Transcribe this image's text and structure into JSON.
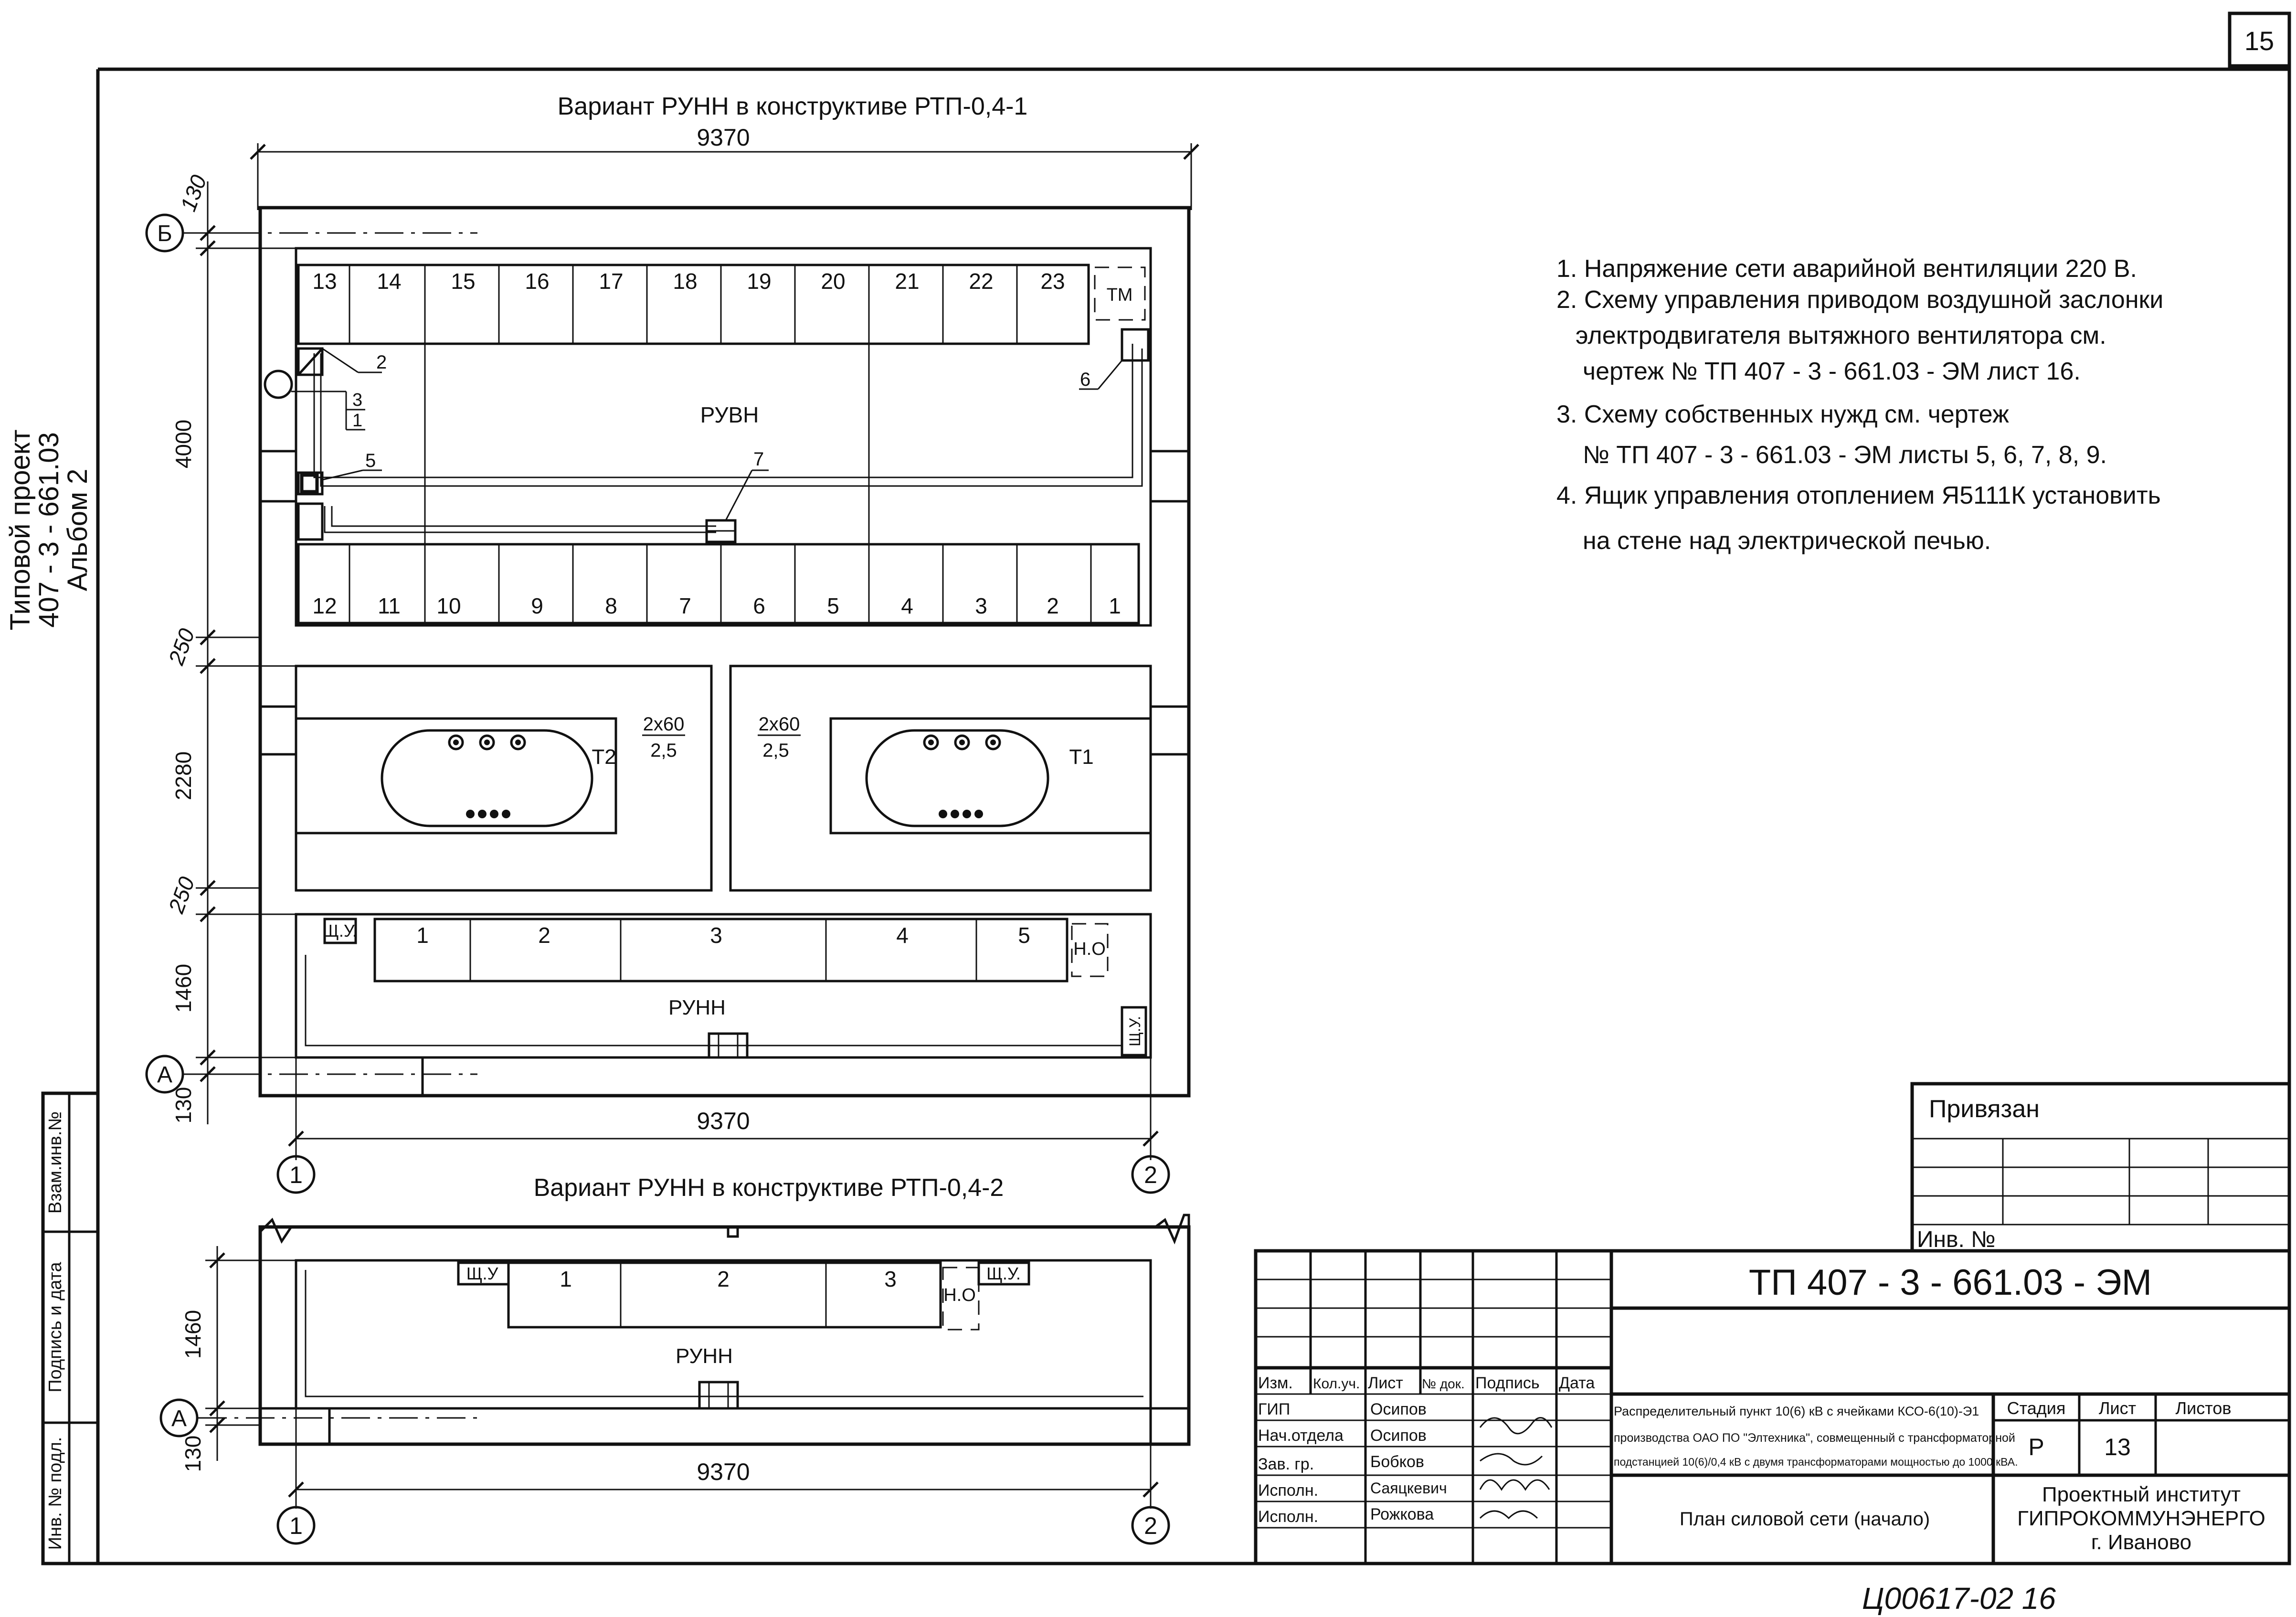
{
  "sheet_number": "15",
  "bottom_handwriting": "Ц00617-02   16",
  "left_side": {
    "project_line1": "Типовой проект",
    "project_line2": "407 - 3 - 661.03",
    "project_line3": "Альбом   2",
    "stamp_cells": [
      "Взам.инв.№",
      "Подпись и дата",
      "Инв. № подл."
    ]
  },
  "plan1": {
    "title": "Вариант РУНН в конструктиве РТП-0,4-1",
    "dim_top": "9370",
    "dim_bottom": "9370",
    "dim_130_top": "130",
    "dim_4000": "4000",
    "dim_250_a": "250",
    "dim_2280": "2280",
    "dim_250_b": "250",
    "dim_1460": "1460",
    "dim_130_bottom": "130",
    "axis_B": "Б",
    "axis_A": "А",
    "axis_1": "1",
    "axis_2": "2",
    "ruvn_label": "РУВН",
    "top_cells": [
      "13",
      "14",
      "15",
      "16",
      "17",
      "18",
      "19",
      "20",
      "21",
      "22",
      "23"
    ],
    "bottom_cells": [
      "12",
      "11",
      "10",
      "9",
      "8",
      "7",
      "6",
      "5",
      "4",
      "3",
      "2",
      "1"
    ],
    "tm_label": "ТМ",
    "callouts": {
      "c2": "2",
      "c3": "3",
      "c1": "1",
      "c5": "5",
      "c6": "6",
      "c7": "7"
    },
    "t2_label": "Т2",
    "t1_label": "Т1",
    "cable_left_top": "2х60",
    "cable_left_bottom": "2,5",
    "cable_right_top": "2х60",
    "cable_right_bottom": "2,5",
    "runn_label": "РУНН",
    "shu_label": "Щ.У.",
    "no_label": "Н.О",
    "runn_cells": [
      "1",
      "2",
      "3",
      "4",
      "5"
    ],
    "shu_right": "Щ.У."
  },
  "plan2": {
    "title": "Вариант РУНН в конструктиве РТП-0,4-2",
    "dim_1460": "1460",
    "dim_130": "130",
    "dim_bottom": "9370",
    "axis_A": "А",
    "axis_1": "1",
    "axis_2": "2",
    "shu_left": "Щ.У",
    "shu_right": "Щ.У.",
    "no_label": "Н.О",
    "runn_cells": [
      "1",
      "2",
      "3"
    ],
    "runn_label": "РУНН"
  },
  "notes": [
    "1.  Напряжение сети аварийной вентиляции 220 В.",
    "2.  Схему управления приводом воздушной заслонки",
    "электродвигателя вытяжного вентилятора см.",
    "чертеж № ТП 407 - 3 - 661.03 - ЭМ  лист 16.",
    "3.  Схему собственных нужд см.  чертеж",
    "№ ТП 407 - 3 - 661.03 - ЭМ  листы 5, 6, 7, 8, 9.",
    "4.  Ящик управления отоплением Я5111К установить",
    "на стене над электрической печью."
  ],
  "privyazan": {
    "title": "Привязан",
    "inv": "Инв. №"
  },
  "title_block": {
    "code": "ТП  407 - 3 - 661.03 - ЭМ",
    "header_cols": [
      "Изм.",
      "Кол.уч.",
      "Лист",
      "№ док.",
      "Подпись",
      "Дата"
    ],
    "roles": [
      {
        "role": "ГИП",
        "name": "Осипов"
      },
      {
        "role": "Нач.отдела",
        "name": "Осипов"
      },
      {
        "role": "Зав. гр.",
        "name": "Бобков"
      },
      {
        "role": "Исполн.",
        "name": "Саяцкевич"
      },
      {
        "role": "Исполн.",
        "name": "Рожкова"
      }
    ],
    "object_line1": "Распределительный пункт 10(6) кВ с ячейками КСО-6(10)-Э1",
    "object_line2": "производства ОАО ПО \"Элтехника\", совмещенный с трансформаторной",
    "object_line3": "подстанцией 10(6)/0,4 кВ с двумя трансформаторами мощностью до 1000 кВА.",
    "stage_label": "Стадия",
    "sheet_label": "Лист",
    "sheets_label": "Листов",
    "stage_value": "Р",
    "sheet_value": "13",
    "sheets_value": "",
    "drawing_title": "План силовой  сети (начало)",
    "org_line1": "Проектный институт",
    "org_line2": "ГИПРОКОММУНЭНЕРГО",
    "org_line3": "г. Иваново"
  }
}
